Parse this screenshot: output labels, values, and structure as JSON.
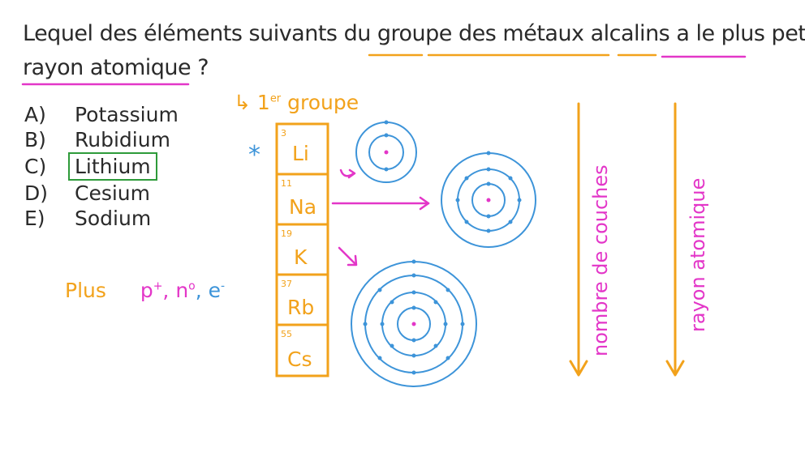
{
  "question": {
    "line1": "Lequel des éléments suivants du groupe des métaux alcalins a le plus petit",
    "line2": "rayon atomique ?"
  },
  "choices": [
    {
      "letter": "A)",
      "text": "Potassium"
    },
    {
      "letter": "B)",
      "text": "Rubidium"
    },
    {
      "letter": "C)",
      "text": "Lithium"
    },
    {
      "letter": "D)",
      "text": "Cesium"
    },
    {
      "letter": "E)",
      "text": "Sodium"
    }
  ],
  "group_label": {
    "prefix": "↳ 1",
    "sup": "er",
    "suffix": " groupe"
  },
  "star": "*",
  "elements": [
    {
      "z": "3",
      "symbol": "Li"
    },
    {
      "z": "11",
      "symbol": "Na"
    },
    {
      "z": "19",
      "symbol": "K"
    },
    {
      "z": "37",
      "symbol": "Rb"
    },
    {
      "z": "55",
      "symbol": "Cs"
    }
  ],
  "plus_line": {
    "word": "Plus",
    "p": "p",
    "p_sup": "+",
    "n": ", n",
    "n_sup": "o",
    "e": ", e",
    "e_sup": "-"
  },
  "arrow_labels": {
    "left": "nombre de couches",
    "right": "rayon atomique"
  },
  "colors": {
    "orange": "#f2a21b",
    "magenta": "#e336c8",
    "blue": "#3d94d9",
    "green": "#2e9b3a",
    "dark": "#2a2a2a"
  }
}
